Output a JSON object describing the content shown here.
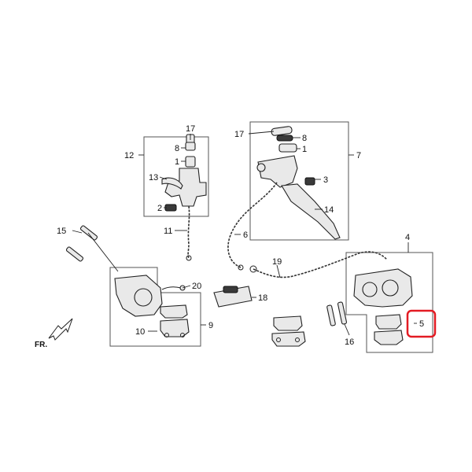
{
  "diagram": {
    "labels": {
      "l1a": "1",
      "l1b": "1",
      "l2": "2",
      "l3": "3",
      "l4": "4",
      "l5": "5",
      "l6": "6",
      "l7": "7",
      "l8a": "8",
      "l8b": "8",
      "l9": "9",
      "l10": "10",
      "l11": "11",
      "l12": "12",
      "l13": "13",
      "l14": "14",
      "l15": "15",
      "l16": "16",
      "l17a": "17",
      "l17b": "17",
      "l18": "18",
      "l19": "19",
      "l20": "20"
    },
    "front_marker": "FR.",
    "highlight_color": "#e31b23",
    "highlighted_label": "5"
  }
}
